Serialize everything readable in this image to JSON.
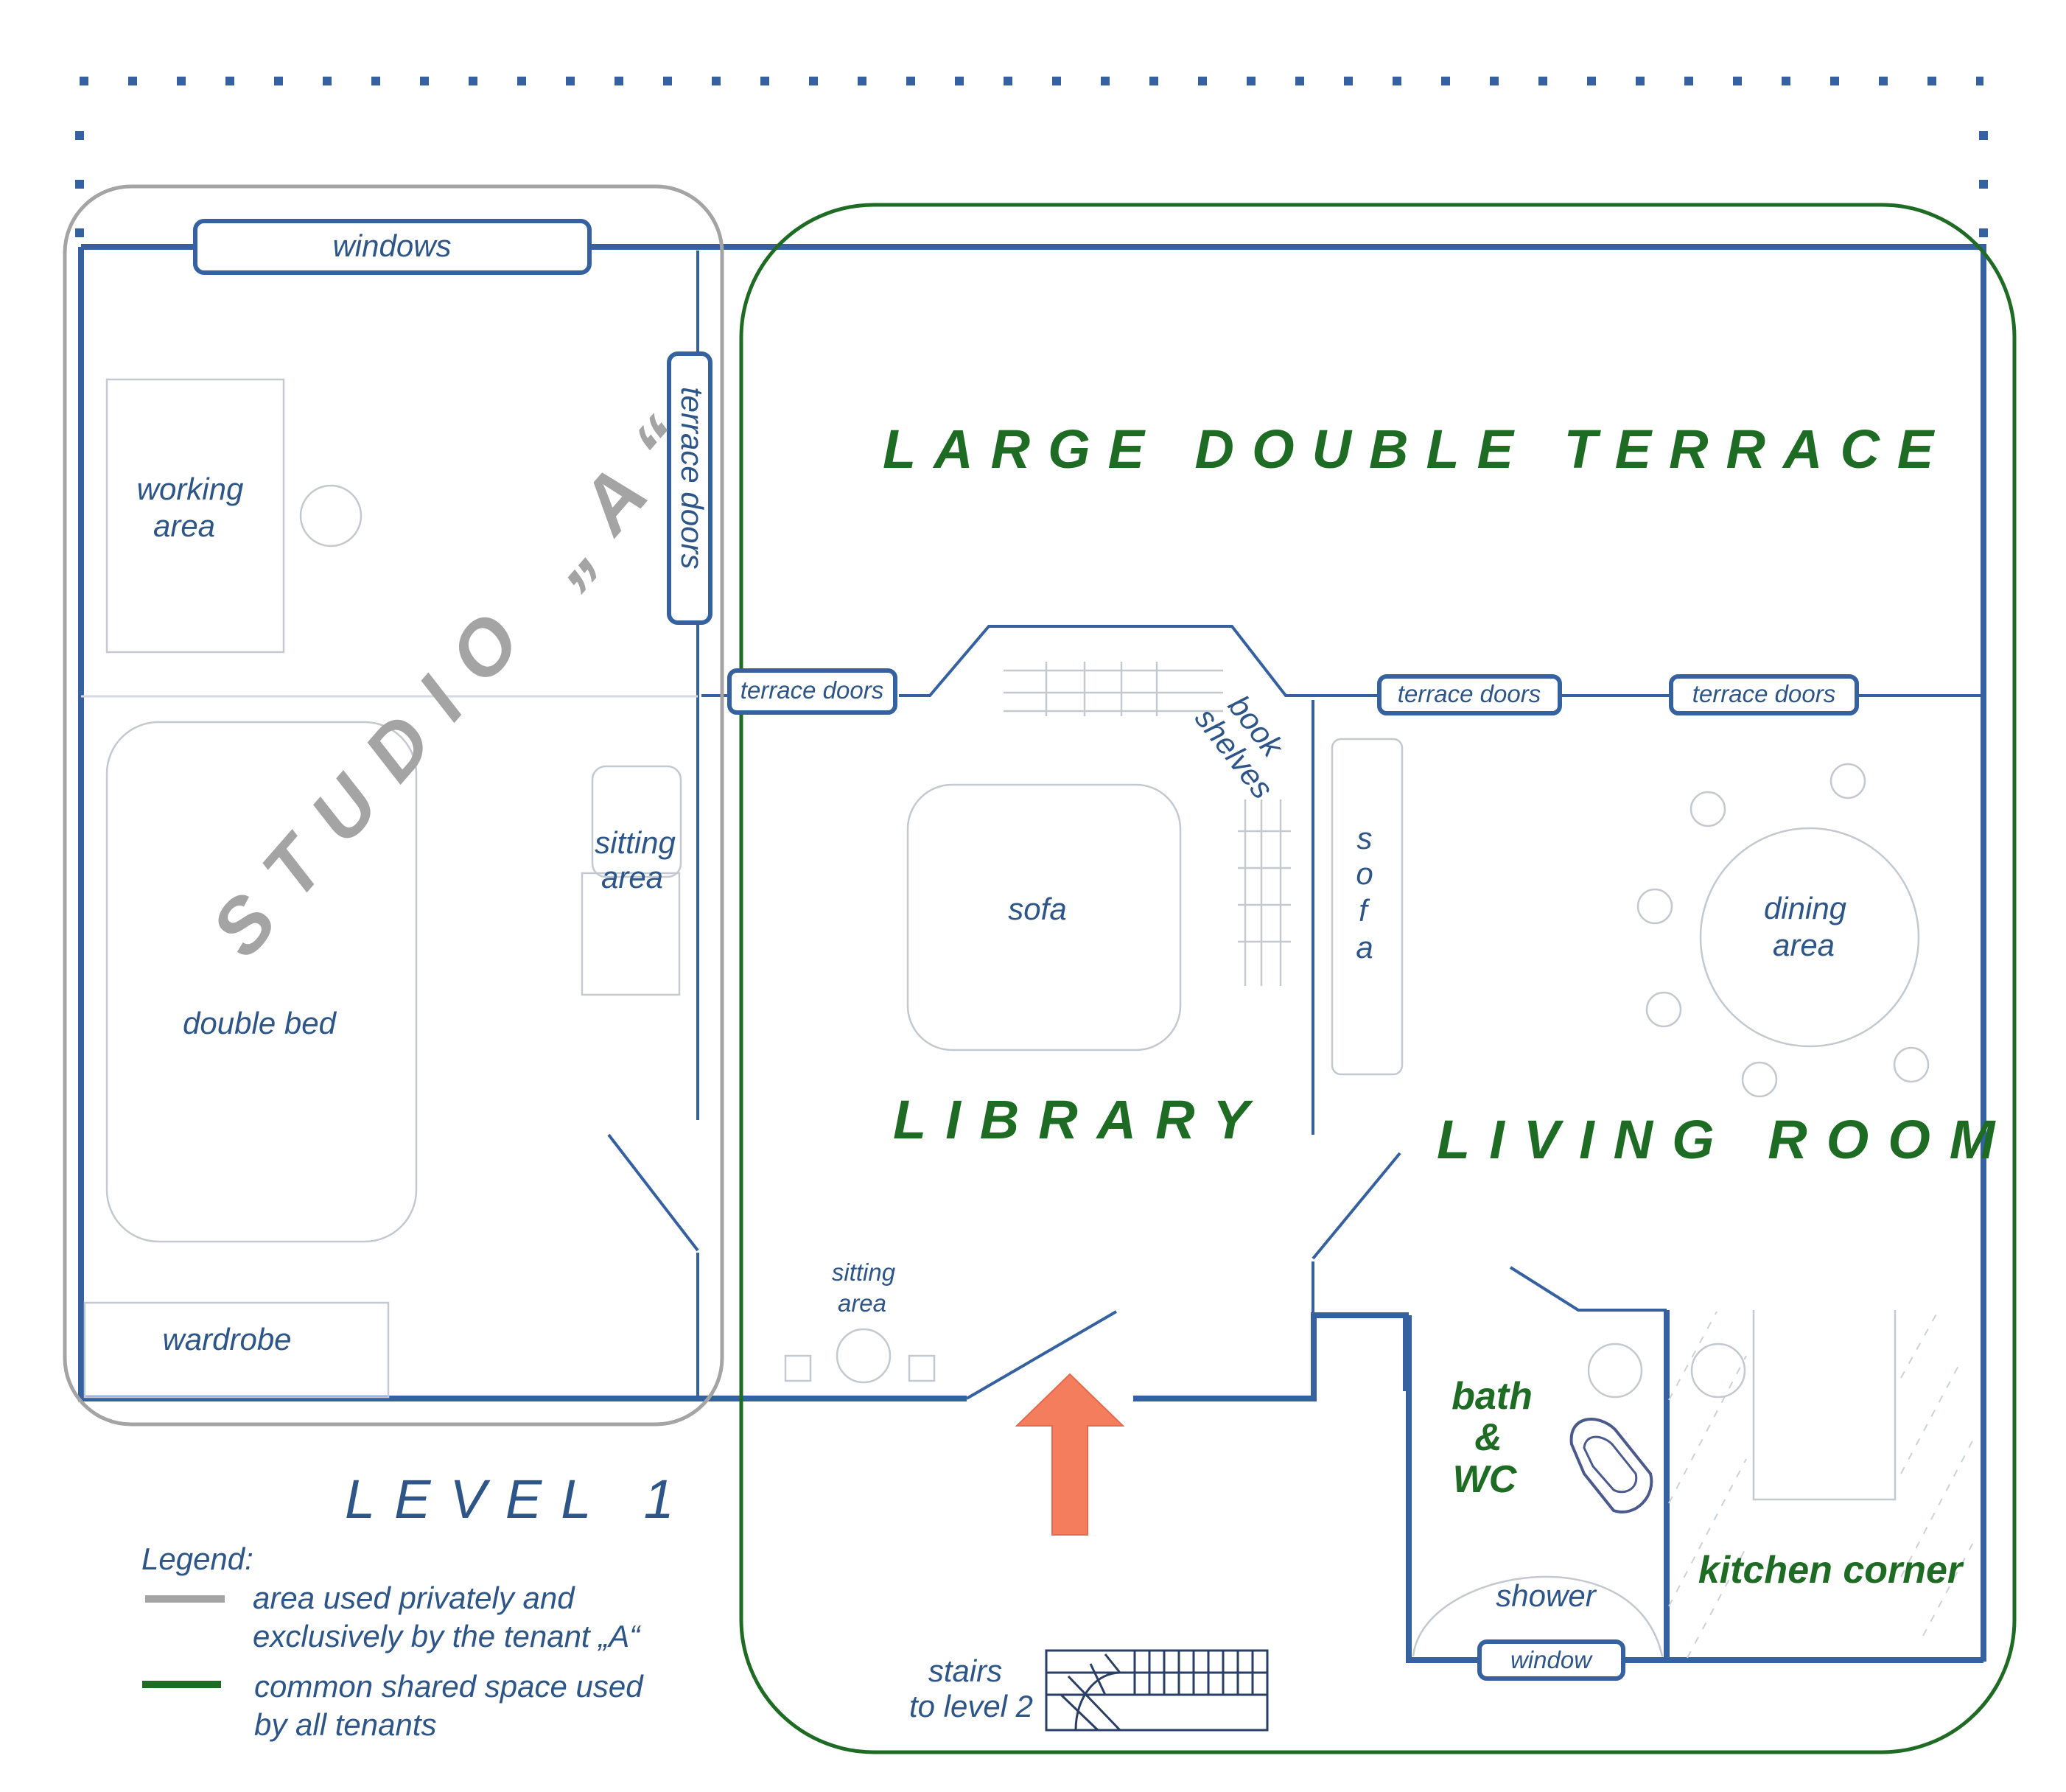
{
  "labels": {
    "windows": "windows",
    "terrace_doors_vertical": "terrace doors",
    "terrace_doors_1": "terrace doors",
    "terrace_doors_2": "terrace doors",
    "terrace_doors_3": "terrace doors",
    "working_area_1": "working",
    "working_area_2": "area",
    "studio": "STUDIO „A“",
    "sitting_area_right_1": "sitting",
    "sitting_area_right_2": "area",
    "double_bed": "double bed",
    "wardrobe": "wardrobe",
    "large_double_terrace": "LARGE DOUBLE TERRACE",
    "book_shelves_1": "book",
    "book_shelves_2": "shelves",
    "sofa_library": "sofa",
    "sofa_vertical_s": "s",
    "sofa_vertical_o": "o",
    "sofa_vertical_f": "f",
    "sofa_vertical_a": "a",
    "dining_area_1": "dining",
    "dining_area_2": "area",
    "library": "LIBRARY",
    "living_room": "LIVING ROOM",
    "sitting_area_bottom_1": "sitting",
    "sitting_area_bottom_2": "area",
    "bath_1": "bath",
    "bath_2": "&",
    "bath_3": "WC",
    "shower": "shower",
    "window_small": "window",
    "kitchen_corner": "kitchen corner",
    "stairs_1": "stairs",
    "stairs_2": "to level 2",
    "level": "LEVEL 1"
  },
  "legend": {
    "title": "Legend:",
    "private_line1": "area used privately and",
    "private_line2": "exclusively by the tenant „A“",
    "shared_line1": "common shared space used",
    "shared_line2": "by all tenants",
    "private_color": "#a4a4a4",
    "shared_color": "#1e6b24"
  },
  "colors": {
    "wall": "#3561a0",
    "text": "#2d5588",
    "shared": "#1e6b24",
    "private": "#a4a4a4",
    "entrance_arrow": "#f47d5e"
  }
}
